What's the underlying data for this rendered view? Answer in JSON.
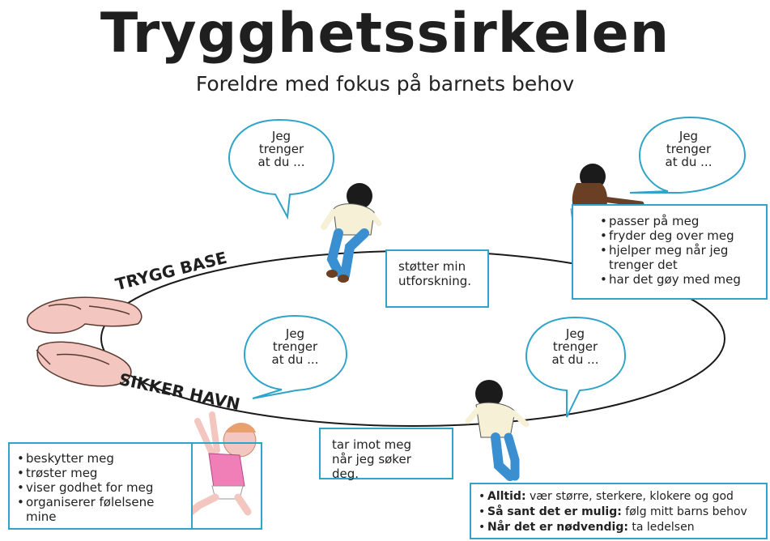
{
  "title": "Trygghetssirkelen",
  "subtitle": "Foreldre med fokus på barnets behov",
  "bubbles": [
    {
      "line1": "Jeg",
      "line2": "trenger",
      "line3": "at du ..."
    },
    {
      "line1": "Jeg",
      "line2": "trenger",
      "line3": "at du ..."
    },
    {
      "line1": "Jeg",
      "line2": "trenger",
      "line3": "at du ..."
    },
    {
      "line1": "Jeg",
      "line2": "trenger",
      "line3": "at du ..."
    }
  ],
  "labels": {
    "trygg_base": "TRYGG BASE",
    "sikker_havn": "SIKKER HAVN"
  },
  "boxes": {
    "exploration": {
      "line1": "støtter min",
      "line2": "utforskning."
    },
    "top_right": {
      "items": [
        "passer på meg",
        "fryder deg over meg",
        "hjelper meg når jeg",
        "har det gøy med meg"
      ],
      "continuation": "trenger det"
    },
    "haven": {
      "line1": "tar imot meg",
      "line2": "når jeg søker deg."
    },
    "bottom_left": {
      "items": [
        "beskytter meg",
        "trøster meg",
        "viser godhet for meg",
        "organiserer følelsene mine"
      ]
    },
    "bottom_right": {
      "items": [
        {
          "bold": "Alltid:",
          "text": " vær større, sterkere, klokere og god"
        },
        {
          "bold": "Så sant det er mulig:",
          "text": " følg mitt barns behov"
        },
        {
          "bold": "Når det er nødvendig:",
          "text": " ta ledelsen"
        }
      ]
    }
  },
  "colors": {
    "accent": "#2fa4c8",
    "skin_hand": "#f3c6c0",
    "child_shirt": "#f6f0d6",
    "child_pants": "#3a8fd0",
    "pink_shirt": "#f07fb8"
  }
}
